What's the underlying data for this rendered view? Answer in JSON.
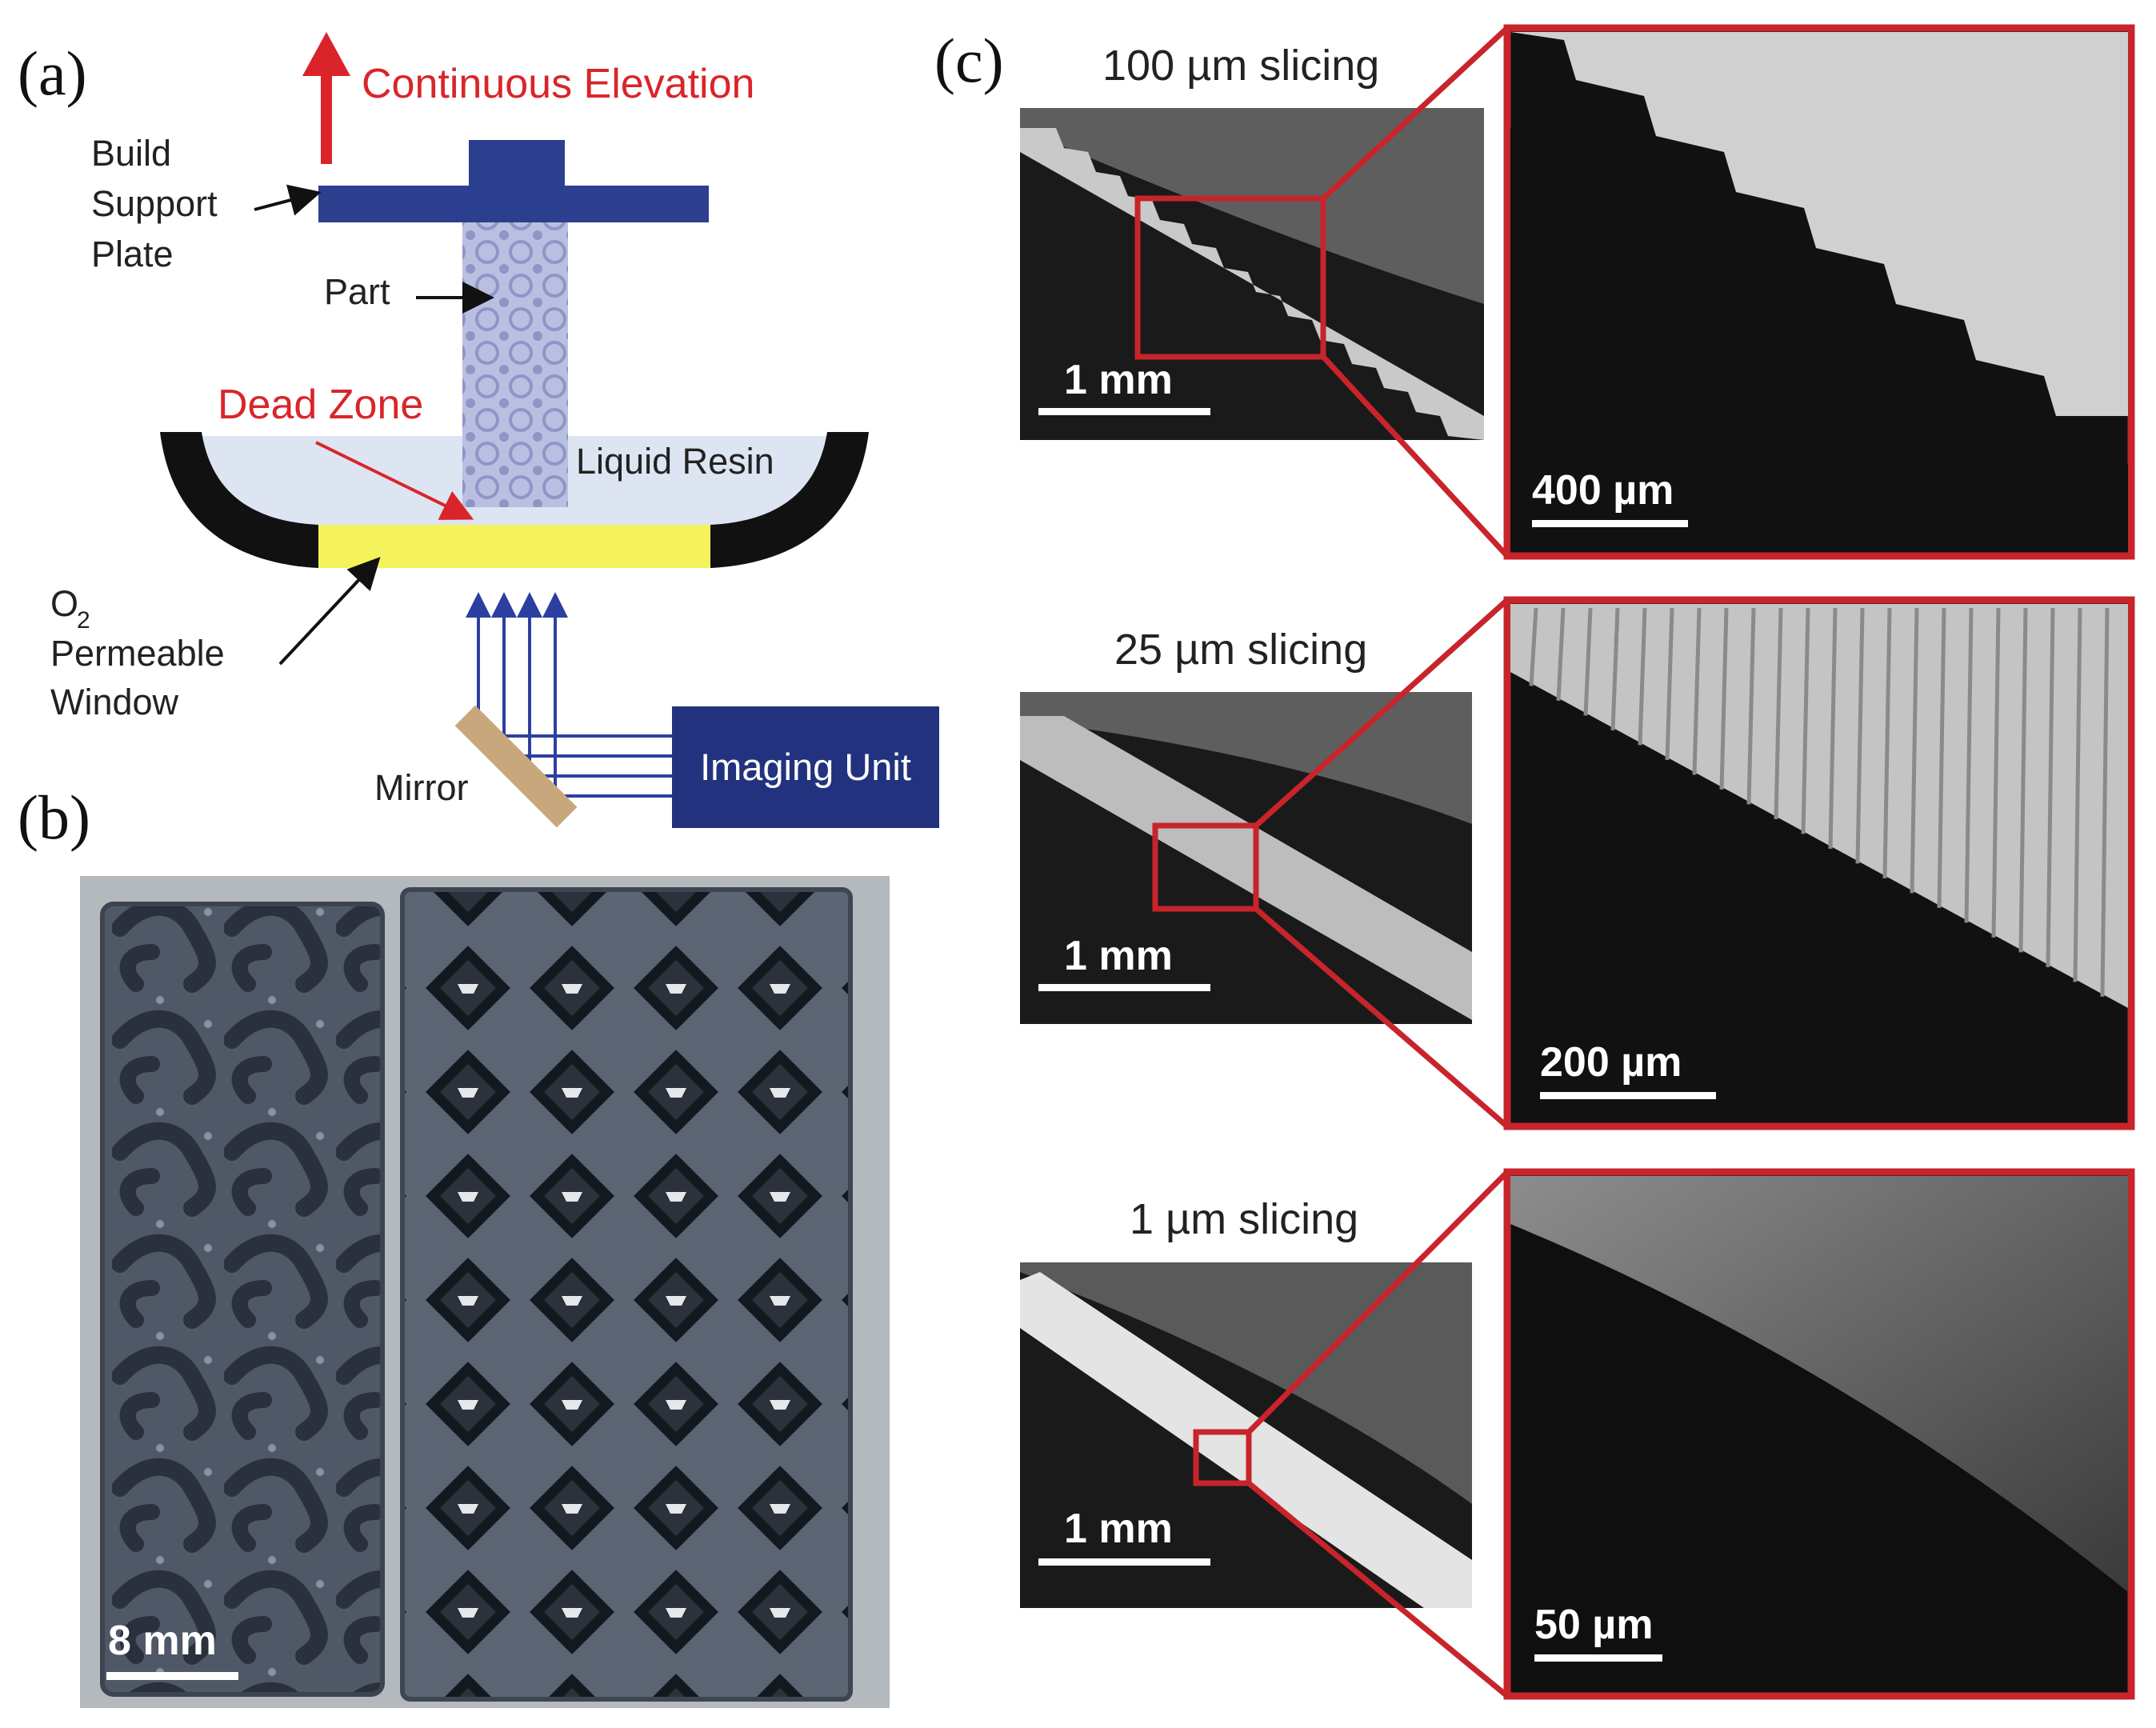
{
  "panels": {
    "a": {
      "letter": "(a)",
      "title": "Continuous Elevation",
      "build_plate_lines": [
        "Build",
        "Support",
        "Plate"
      ],
      "part": "Part",
      "dead_zone": "Dead Zone",
      "liquid_resin": "Liquid Resin",
      "window_lines": [
        "O",
        "2",
        "Permeable",
        "Window"
      ],
      "mirror": "Mirror",
      "imaging_unit": "Imaging Unit",
      "colors": {
        "plate": "#2c3f8f",
        "window": "#f4f35b",
        "resin": "#dde5f2",
        "accent_red": "#d9252a",
        "imaging": "#22327e",
        "mirror": "#c9a77c"
      }
    },
    "b": {
      "letter": "(b)",
      "scale_bar": "8 mm"
    },
    "c": {
      "letter": "(c)",
      "rows": [
        {
          "slicing": "100 µm slicing",
          "overview_scale": "1 mm",
          "zoom_scale": "400 µm"
        },
        {
          "slicing": "25 µm slicing",
          "overview_scale": "1 mm",
          "zoom_scale": "200 µm"
        },
        {
          "slicing": "1 µm slicing",
          "overview_scale": "1 mm",
          "zoom_scale": "50 µm"
        }
      ],
      "frame_color": "#c8242b"
    }
  }
}
